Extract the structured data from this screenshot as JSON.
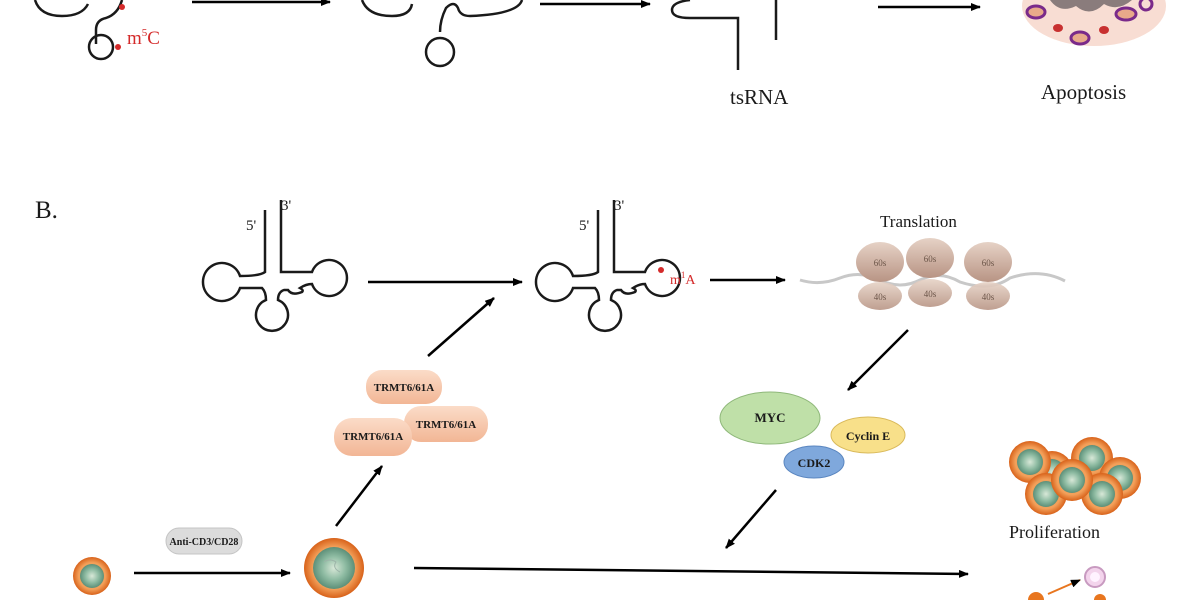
{
  "panel_a": {
    "mod_label_base": "m",
    "mod_label_sup": "5",
    "mod_label_tail": "C",
    "fragment_label": "tsRNA",
    "outcome_label": "Apoptosis"
  },
  "panel_b": {
    "panel_label": "B.",
    "end5": "5'",
    "end3": "3'",
    "mod_label_base": "m",
    "mod_label_sup": "1",
    "mod_label_tail": "A",
    "translation_label": "Translation",
    "ribosome_large": "60s",
    "ribosome_small": "40s",
    "enzyme_label": "TRMT6/61A",
    "myc_label": "MYC",
    "cyclin_label": "Cyclin E",
    "cdk_label": "CDK2",
    "stimulus_label": "Anti-CD3/CD28",
    "outcome_label": "Proliferation"
  },
  "colors": {
    "modification_red": "#d42a2a",
    "enzyme_fill": "#f6c6aa",
    "myc_fill": "#bfe0a8",
    "cyclin_fill": "#f8e08a",
    "cdk_fill": "#7fa8dc",
    "stimulus_fill": "#dcdcdc",
    "cell_membrane": "#e8761f",
    "cell_nucleus": "#6fa58d",
    "ribosome_fill": "#cdb0a0"
  }
}
